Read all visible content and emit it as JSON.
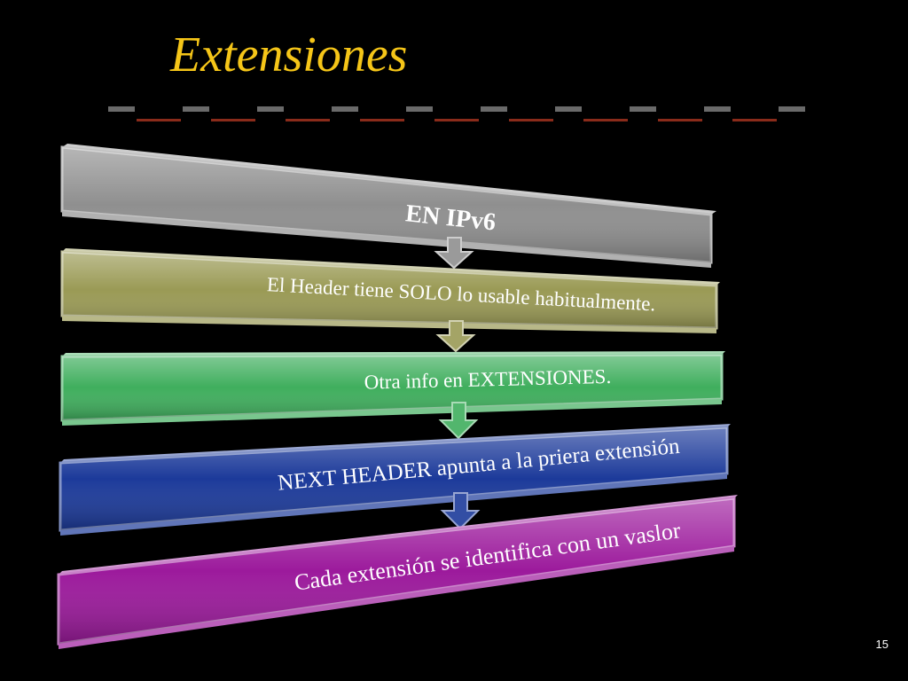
{
  "slide": {
    "title": "Extensiones",
    "page_number": "15"
  },
  "steps": [
    {
      "text": "EN IPv6",
      "color": "#8f8f8f"
    },
    {
      "text": "El Header tiene SOLO lo usable habitualmente.",
      "color": "#9a9a55"
    },
    {
      "text": "Otra info en EXTENSIONES.",
      "color": "#3fae5d"
    },
    {
      "text": "NEXT HEADER apunta a la priera extensión",
      "color": "#1c3a9a"
    },
    {
      "text": "Cada extensión se identifica con un vaslor",
      "color": "#9c1a9c"
    }
  ],
  "colors": {
    "title": "#f5c518",
    "rule_dash": "#8a2b1a",
    "background": "#000000"
  }
}
